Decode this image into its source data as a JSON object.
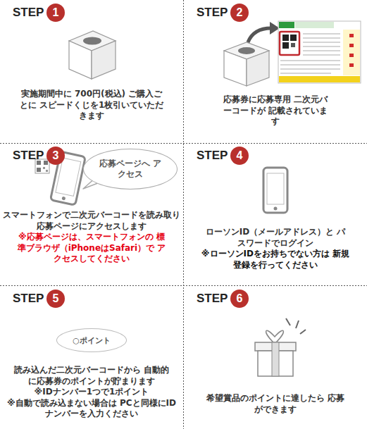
{
  "diagram": {
    "nodes": [
      {
        "text": [
          "1"
        ]
      },
      {
        "text": [
          "2"
        ]
      },
      {
        "text": [
          "3"
        ]
      },
      {
        "text": [
          "応募ページへ アクセス"
        ]
      },
      {
        "text": [
          "4"
        ]
      },
      {
        "text": [
          "5"
        ]
      },
      {
        "text": [
          "○ポイント"
        ]
      },
      {
        "text": [
          "6"
        ]
      }
    ],
    "labels": [
      "STEP",
      "実施期間中に 700円(税込) ご購入ごとに スピードくじを1枚引いていただきます",
      "STEP",
      "応募券に応募専用 二次元バーコードが 記載されています",
      "STEP",
      "スマートフォンで二次元バーコードを読み取り 応募ページにアクセスします",
      "※応募ページは、スマートフォンの 標準ブラウザ（iPhoneはSafari）で アクセスしてください",
      "STEP",
      "ローソンID（メールアドレス）と パスワードでログイン",
      "※ローソンIDをお持ちでない方は 新規登録を行ってください",
      "STEP",
      "読み込んだ二次元バーコードから 自動的に応募券のポイントが貯まります",
      "※IDナンバー1つで1ポイント",
      "※自動で読み込まない場合は PCと同様にIDナンバーを入力ください",
      "STEP",
      "希望賞品のポイントに達したら 応募ができます"
    ]
  }
}
